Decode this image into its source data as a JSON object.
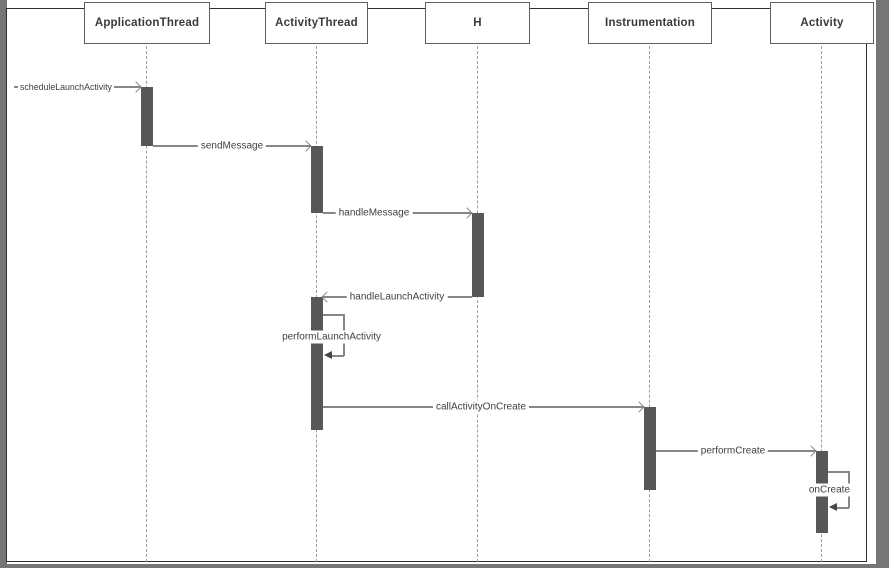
{
  "diagram": {
    "type": "uml-sequence-diagram",
    "participants": [
      {
        "label": "ApplicationThread"
      },
      {
        "label": "ActivityThread"
      },
      {
        "label": "H"
      },
      {
        "label": "Instrumentation"
      },
      {
        "label": "Activity"
      }
    ],
    "messages": [
      {
        "label": "scheduleLaunchActivity",
        "from": "(found)",
        "to": "ApplicationThread"
      },
      {
        "label": "sendMessage",
        "from": "ApplicationThread",
        "to": "ActivityThread"
      },
      {
        "label": "handleMessage",
        "from": "ActivityThread",
        "to": "H"
      },
      {
        "label": "handleLaunchActivity",
        "from": "H",
        "to": "ActivityThread"
      },
      {
        "label": "performLaunchActivity",
        "from": "ActivityThread",
        "to": "ActivityThread",
        "self": true
      },
      {
        "label": "callActivityOnCreate",
        "from": "ActivityThread",
        "to": "Instrumentation"
      },
      {
        "label": "performCreate",
        "from": "Instrumentation",
        "to": "Activity"
      },
      {
        "label": "onCreate",
        "from": "Activity",
        "to": "Activity",
        "self": true
      }
    ],
    "colors": {
      "activation_bar": "#575757",
      "message_line": "#868686",
      "lifeline_dash": "#9e9e9e",
      "box_border": "#5f5f5f",
      "text": "#3f3f3f",
      "frame_border": "#2e2e2e",
      "surround": "#767676",
      "background": "#ffffff"
    }
  }
}
